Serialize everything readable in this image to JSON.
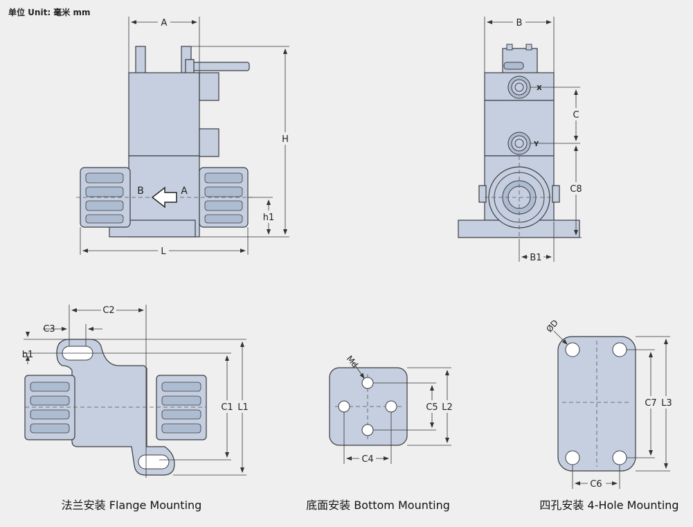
{
  "unit_label": "单位 Unit: 毫米 mm",
  "colors": {
    "body": "#c5cfdf",
    "outline": "#3a3a40",
    "background": "#efefef"
  },
  "side_view": {
    "dimensions": {
      "width": "A",
      "length": "L",
      "height": "H",
      "base_height": "h1"
    },
    "flow": {
      "inlet": "A",
      "outlet": "B"
    }
  },
  "front_view": {
    "dimensions": {
      "width": "B",
      "port_offset": "B1",
      "pitch": "C",
      "port_height": "C8"
    },
    "ports": {
      "upper": "X",
      "lower": "Y"
    }
  },
  "flange_mounting": {
    "caption": "法兰安装 Flange Mounting",
    "dimensions": [
      "C2",
      "C3",
      "b1",
      "C1",
      "L1"
    ]
  },
  "bottom_mounting": {
    "caption": "底面安装 Bottom Mounting",
    "dimensions": [
      "Md",
      "C5",
      "L2",
      "C4"
    ]
  },
  "four_hole_mounting": {
    "caption": "四孔安装 4-Hole Mounting",
    "dimensions": [
      "ØD",
      "C7",
      "L3",
      "C6"
    ]
  }
}
